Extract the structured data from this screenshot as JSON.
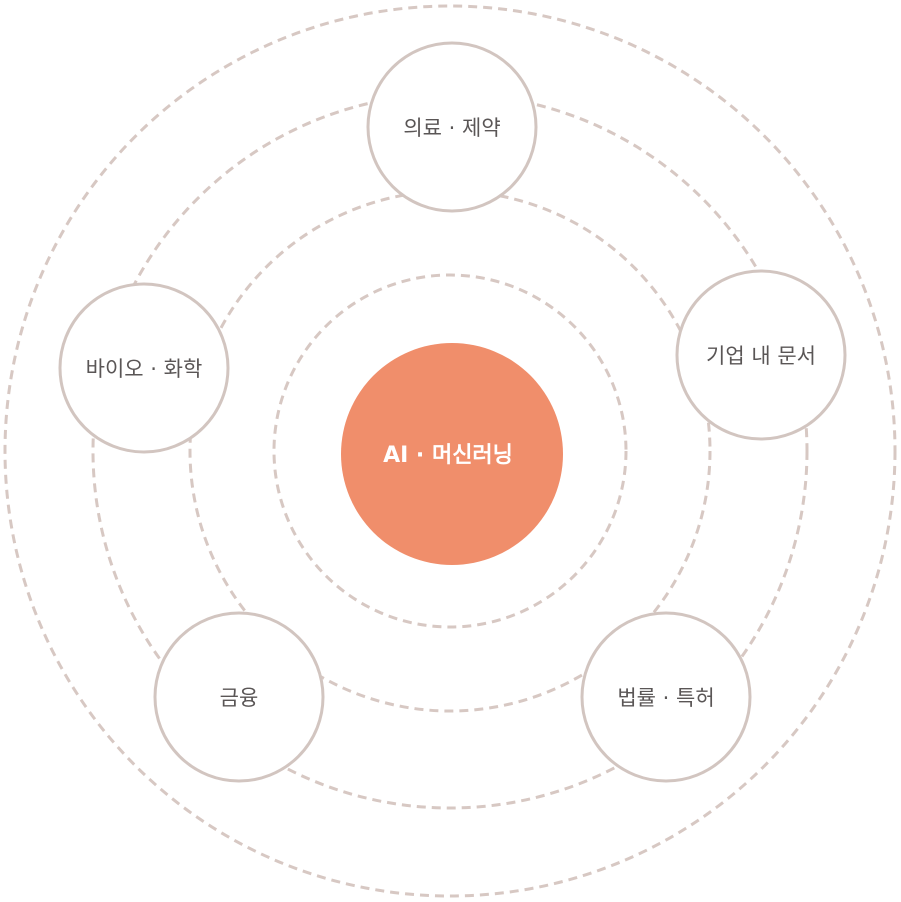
{
  "center": {
    "label": "AI · 머신러닝",
    "color": "#f08e6b"
  },
  "domains": [
    {
      "label": "의료 · 제약"
    },
    {
      "label": "기업 내 문서"
    },
    {
      "label": "법률 · 특허"
    },
    {
      "label": "금융"
    },
    {
      "label": "바이오 · 화학"
    }
  ],
  "colors": {
    "ring": "#d7c8c3",
    "node_border": "#d2c5c0",
    "node_text": "#5a5656",
    "center_text": "#ffffff"
  }
}
